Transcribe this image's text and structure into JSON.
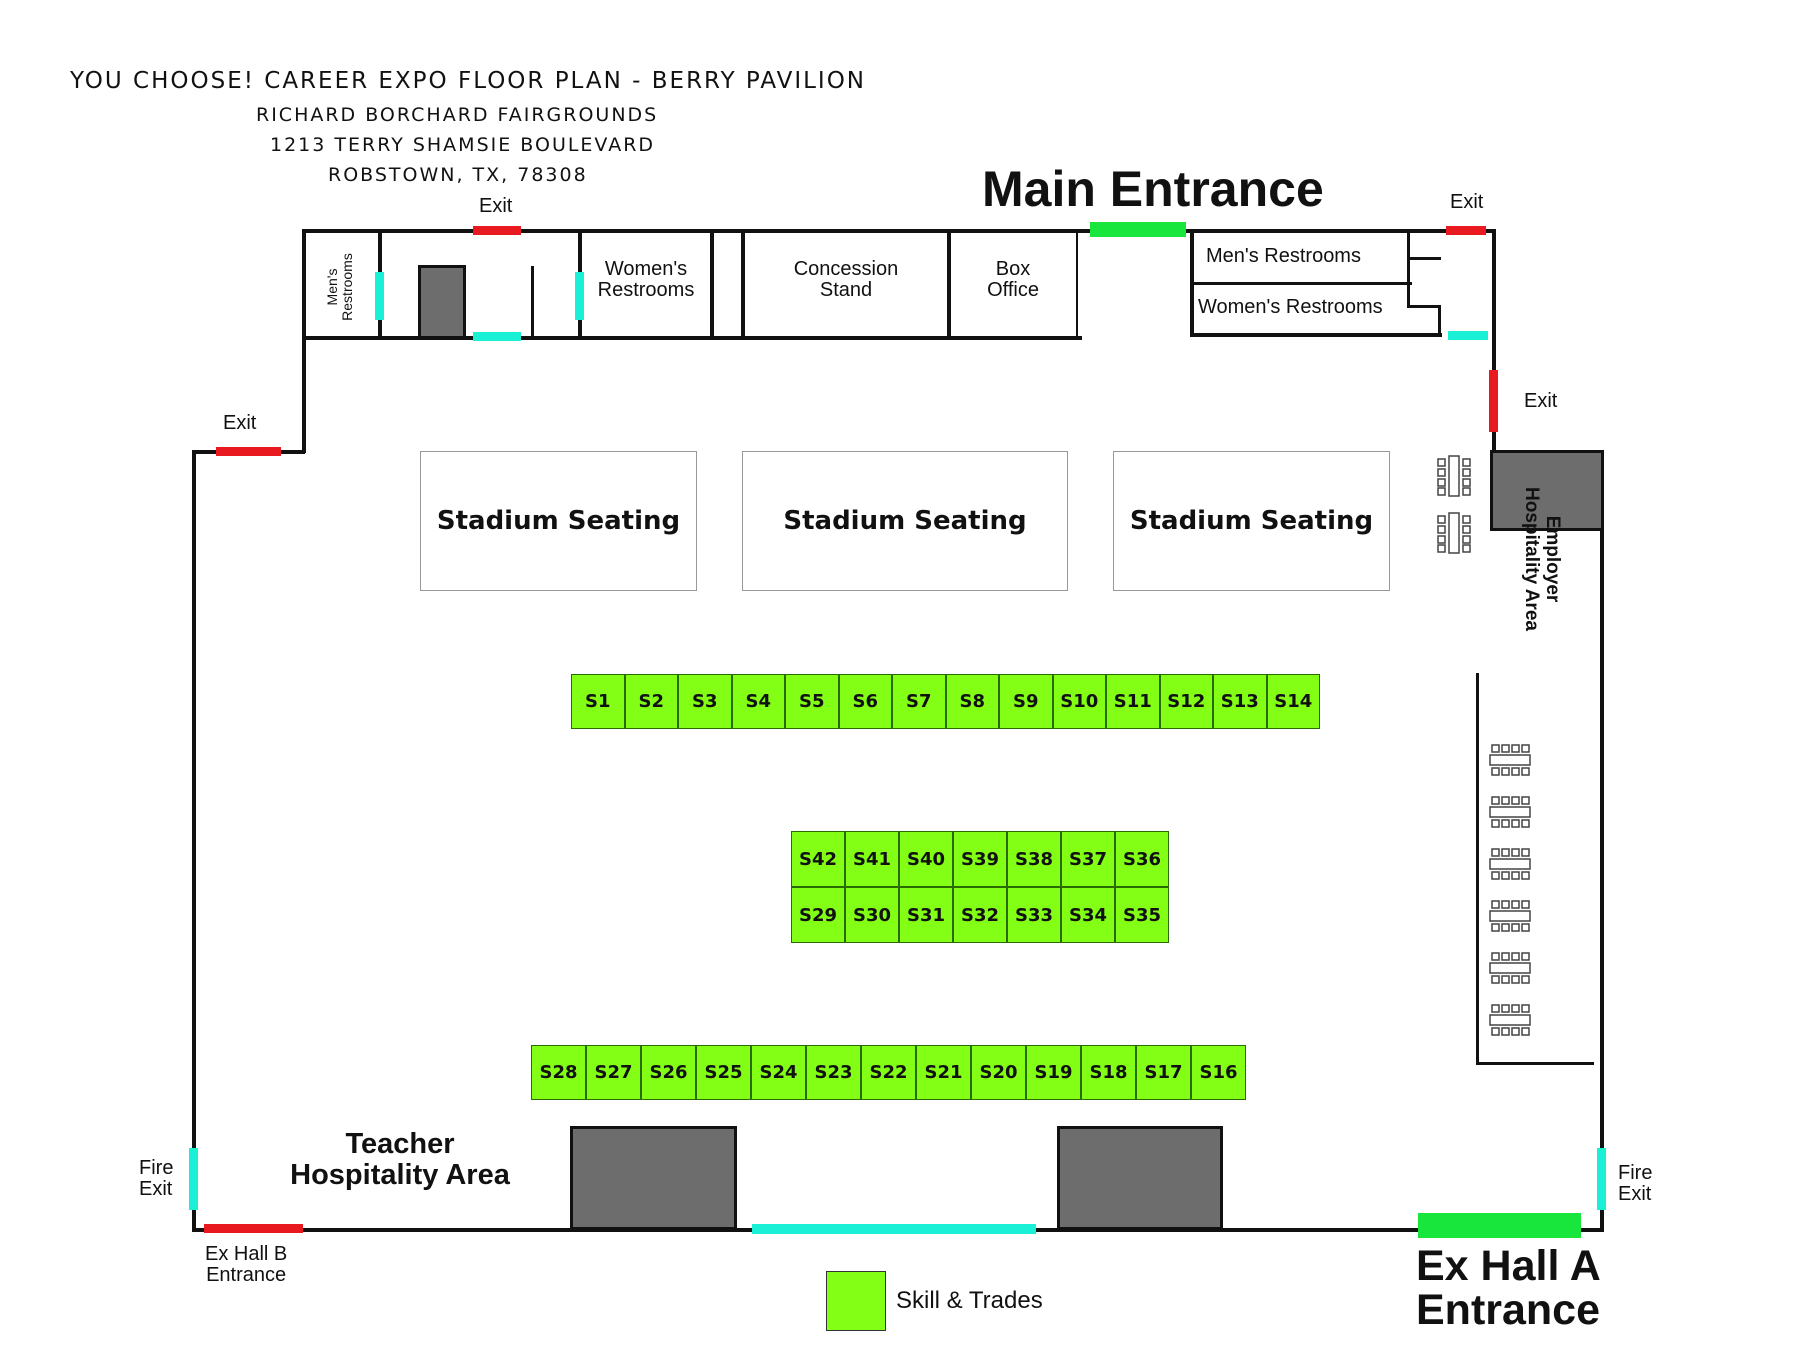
{
  "header": {
    "title": "YOU CHOOSE! CAREER EXPO FLOOR PLAN - BERRY PAVILION",
    "venue": "RICHARD BORCHARD FAIRGROUNDS",
    "street": "1213 TERRY SHAMSIE BOULEVARD",
    "city": "ROBSTOWN, TX, 78308"
  },
  "entrances": {
    "main": "Main Entrance",
    "ex_hall_a": "Ex Hall A\nEntrance",
    "ex_hall_b": "Ex Hall B\nEntrance"
  },
  "exits": {
    "top_left": "Exit",
    "top_right": "Exit",
    "right": "Exit",
    "left": "Exit",
    "fire_left": "Fire\nExit",
    "fire_right": "Fire\nExit"
  },
  "rooms": {
    "mens_left": "Men's\nRestrooms",
    "womens_left": "Women's\nRestrooms",
    "concession": "Concession\nStand",
    "box_office": "Box\nOffice",
    "mens_right": "Men's Restrooms",
    "womens_right": "Women's Restrooms"
  },
  "seating": [
    "Stadium Seating",
    "Stadium Seating",
    "Stadium Seating"
  ],
  "areas": {
    "employer": "Employer\nHospitality Area",
    "teacher": "Teacher\nHospitality Area"
  },
  "booths": {
    "row1": [
      "S1",
      "S2",
      "S3",
      "S4",
      "S5",
      "S6",
      "S7",
      "S8",
      "S9",
      "S10",
      "S11",
      "S12",
      "S13",
      "S14"
    ],
    "row2_top": [
      "S42",
      "S41",
      "S40",
      "S39",
      "S38",
      "S37",
      "S36"
    ],
    "row2_bottom": [
      "S29",
      "S30",
      "S31",
      "S32",
      "S33",
      "S34",
      "S35"
    ],
    "row3": [
      "S28",
      "S27",
      "S26",
      "S25",
      "S24",
      "S23",
      "S22",
      "S21",
      "S20",
      "S19",
      "S18",
      "S17",
      "S16"
    ]
  },
  "legend": {
    "label": "Skill & Trades",
    "color": "#82ff14"
  }
}
